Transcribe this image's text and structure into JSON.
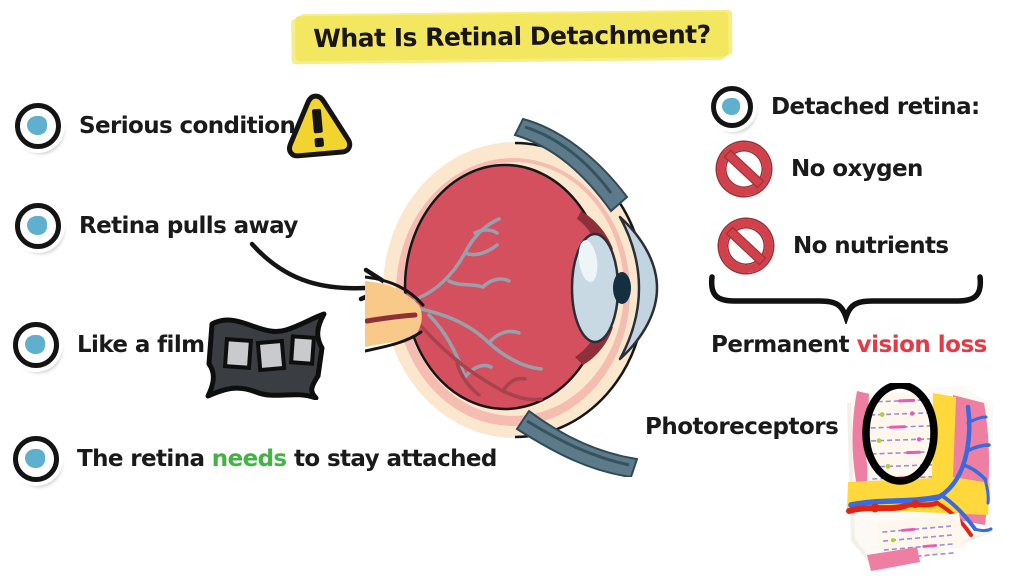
{
  "title": {
    "text": "What Is Retinal Detachment?",
    "highlight_color": "#f2e75e"
  },
  "left_panel": {
    "items": [
      {
        "icon": "eye-icon",
        "label": "Serious condition",
        "trailing_icon": "warning-triangle-icon"
      },
      {
        "icon": "eye-icon",
        "label": "Retina pulls away",
        "annotation": "curved-arrow-to-eye"
      },
      {
        "icon": "eye-icon",
        "label": "Like a film",
        "trailing_icon": "film-strip-icon"
      },
      {
        "icon": "eye-icon",
        "pre": "The retina ",
        "emphasis": "needs",
        "post": " to stay attached",
        "emphasis_color": "#44b244"
      }
    ]
  },
  "right_panel": {
    "heading": {
      "icon": "eye-icon",
      "label": "Detached retina:"
    },
    "restrictions": [
      {
        "icon": "no-symbol-icon",
        "label": "No oxygen"
      },
      {
        "icon": "no-symbol-icon",
        "label": "No nutrients"
      }
    ],
    "consequence": {
      "prefix": "Permanent ",
      "emphasis": "vision loss",
      "emphasis_color": "#e23b47"
    },
    "caption": "Photoreceptors"
  },
  "illustrations": {
    "eye_cross_section": {
      "name": "eye-cross-section",
      "colors": {
        "sclera_cream": "#fbe7ce",
        "choroid_pink": "#f5bdb2",
        "vitreous_red": "#d4505e",
        "vessels_gray": "#98a0ab",
        "vessels_dark_red": "#a8434e",
        "optic_nerve_tan": "#f8c989",
        "lens_blue": "#c8d9e4",
        "pupil_navy": "#14303e",
        "iris_dark_red": "#8e2f3a",
        "muscle_slate": "#5d7a8a",
        "outline_ink": "#161616"
      }
    },
    "retina_layers": {
      "name": "retina-photoreceptor-layers",
      "colors": {
        "layer_pink": "#ee7fa2",
        "layer_yellow": "#ffd93b",
        "field_cream": "#fff6ee",
        "vessel_blue": "#3a6ae0",
        "vessel_red": "#e42412",
        "receptor_magenta": "#e959b5",
        "receptor_lavender": "#9b8fd6",
        "receptor_green": "#a9d23f",
        "magnifier_ring": "#000000"
      }
    }
  },
  "icons": {
    "eye-icon": "white circle, black ring, blue iris blob",
    "warning-triangle-icon": "yellow rounded triangle with black exclamation mark",
    "film-strip-icon": "dark wavy film strip with three light frames",
    "no-symbol-icon": "red circle with diagonal slash",
    "curved-arrow": "black curved arrow pointing at eyeball",
    "curly-brace": "black horizontal brace pointing down"
  },
  "colors": {
    "background": "#ffffff",
    "ink": "#1a1a1a",
    "title_highlight": "#f2e75e",
    "warning_yellow": "#f2d42e",
    "emphasis_green": "#44b244",
    "prohibition_red": "#d0414b",
    "vision_loss_red": "#e23b47"
  }
}
